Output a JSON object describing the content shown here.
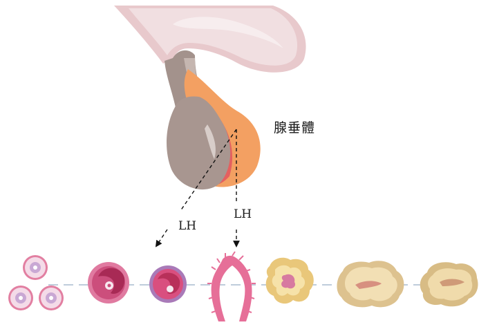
{
  "labels": {
    "pituitary": "腺垂體",
    "lh_left": "LH",
    "lh_right": "LH"
  },
  "colors": {
    "brain_tissue": "#ecd2d4",
    "stalk": "#9c8b86",
    "posterior_lobe": "#a79690",
    "anterior_lobe": "#f4a467",
    "follicle_pink": "#df7fa0",
    "luteal_yellow": "#f2d69a",
    "timeline": "#a9bccf"
  },
  "stages": [
    "primordial-follicles",
    "primary-follicle",
    "secondary-follicle",
    "ovulation",
    "corpus-luteum",
    "corpus-albicans-early",
    "corpus-albicans"
  ]
}
